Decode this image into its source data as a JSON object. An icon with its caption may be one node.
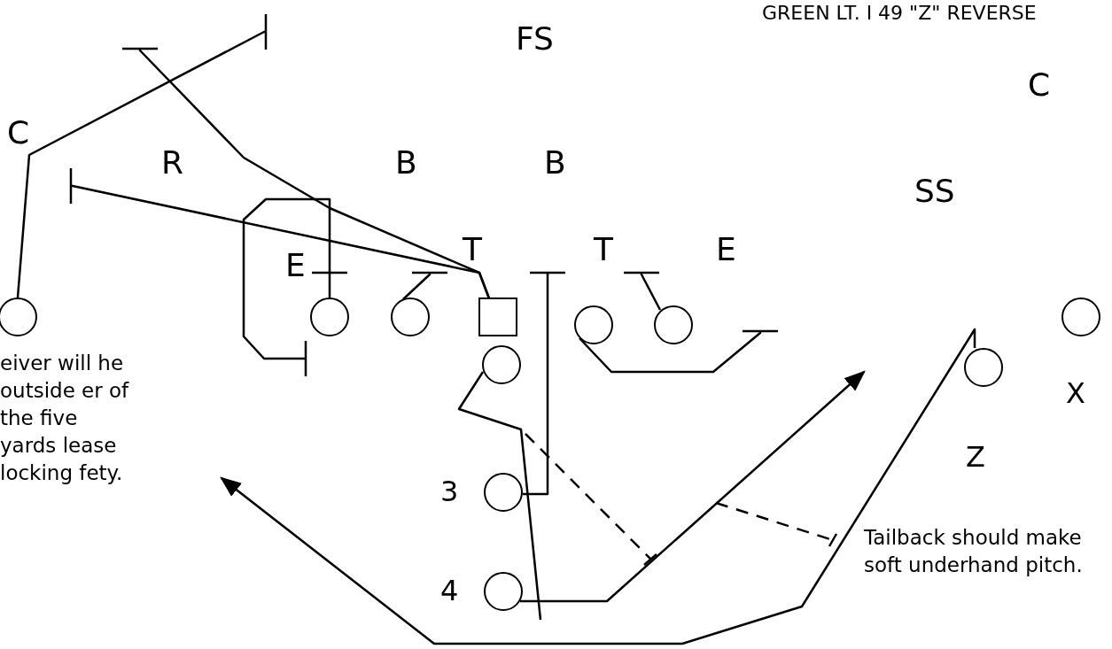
{
  "diagram": {
    "title": "GREEN LT. I 49 \"Z\" REVERSE",
    "nodes": [
      {
        "text": [],
        "shape": "circle"
      },
      {
        "text": [],
        "shape": "circle"
      },
      {
        "text": [],
        "shape": "circle"
      },
      {
        "text": [],
        "shape": "box"
      },
      {
        "text": [],
        "shape": "circle"
      },
      {
        "text": [],
        "shape": "circle"
      },
      {
        "text": [],
        "shape": "circle",
        "beside": [
          "X"
        ]
      },
      {
        "text": [],
        "shape": "circle"
      },
      {
        "text": [],
        "shape": "circle",
        "beside": [
          "Z"
        ]
      },
      {
        "text": [],
        "shape": "circle",
        "beside": [
          "3"
        ]
      },
      {
        "text": [],
        "shape": "circle",
        "beside": [
          "4"
        ]
      }
    ],
    "edges": [
      {
        "from": 0,
        "to": null,
        "arrow": "other"
      },
      {
        "from": 1,
        "to": null,
        "arrow": "other"
      },
      {
        "from": 2,
        "to": null,
        "arrow": "other"
      },
      {
        "from": 3,
        "to": null,
        "arrow": "other"
      },
      {
        "from": 3,
        "to": null,
        "arrow": "other"
      },
      {
        "from": 4,
        "to": null,
        "arrow": "other"
      },
      {
        "from": 5,
        "to": null,
        "arrow": "other"
      },
      {
        "from": 7,
        "to": null,
        "arrow": "none"
      },
      {
        "from": 8,
        "to": null,
        "arrow": "to"
      },
      {
        "from": 9,
        "to": null,
        "arrow": "other"
      },
      {
        "from": 10,
        "to": null,
        "arrow": "to"
      }
    ],
    "labels": [
      "FS",
      "C",
      "C",
      "R",
      "B",
      "B",
      "SS",
      "E",
      "T",
      "T",
      "E",
      "eiver will he outside er of the five yards lease locking fety.",
      "Tailback should make soft underhand pitch."
    ]
  }
}
